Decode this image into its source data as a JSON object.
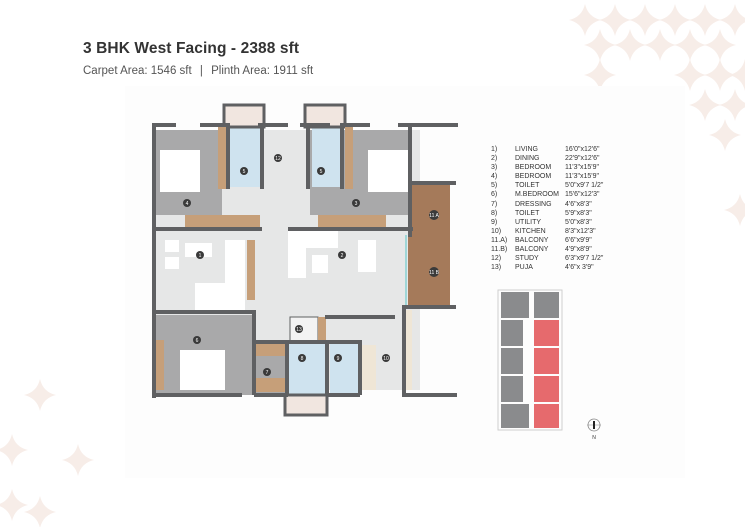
{
  "header": {
    "title": "3 BHK West Facing - 2388 sft",
    "carpet_area": "Carpet Area: 1546 sft",
    "separator": "|",
    "plinth_area": "Plinth Area: 1911 sft"
  },
  "legend": {
    "rows": [
      {
        "num": "1)",
        "room": "LIVING",
        "dim": "16'0\"x12'6\""
      },
      {
        "num": "2)",
        "room": "DINING",
        "dim": "22'9\"x12'6\""
      },
      {
        "num": "3)",
        "room": "BEDROOM",
        "dim": "11'3\"x15'9\""
      },
      {
        "num": "4)",
        "room": "BEDROOM",
        "dim": "11'3\"x15'9\""
      },
      {
        "num": "5)",
        "room": "TOILET",
        "dim": "5'0\"x9'7 1/2\""
      },
      {
        "num": "6)",
        "room": "M.BEDROOM",
        "dim": "15'6\"x12'3\""
      },
      {
        "num": "7)",
        "room": "DRESSING",
        "dim": "4'6\"x8'3\""
      },
      {
        "num": "8)",
        "room": "TOILET",
        "dim": "5'9\"x8'3\""
      },
      {
        "num": "9)",
        "room": "UTILITY",
        "dim": "5'0\"x8'3\""
      },
      {
        "num": "10)",
        "room": "KITCHEN",
        "dim": "8'3\"x12'3\""
      },
      {
        "num": "11.A)",
        "room": "BALCONY",
        "dim": "6'6\"x9'9\""
      },
      {
        "num": "11.B)",
        "room": "BALCONY",
        "dim": "4'9\"x8'9\""
      },
      {
        "num": "12)",
        "room": "STUDY",
        "dim": "6'3\"x9'7 1/2\""
      },
      {
        "num": "13)",
        "room": "PUJA",
        "dim": "4'6\"x 3'9\""
      }
    ]
  },
  "plan_labels": {
    "living": "1",
    "dining": "2",
    "bedroom3": "3",
    "bedroom4": "4",
    "toilet5a": "5",
    "toilet5b": "5",
    "mbedroom": "6",
    "dressing": "7",
    "toilet8": "8",
    "utility": "9",
    "kitchen": "10",
    "balcony_a": "11 A",
    "balcony_b": "11 B",
    "study": "12",
    "puja": "13"
  },
  "compass": {
    "label": "N"
  },
  "colors": {
    "wall": "#5f6062",
    "bedroom_floor": "#a9a9aa",
    "common_floor": "#e3e4e4",
    "toilet_floor": "#cfe3ef",
    "wood": "#c69f79",
    "balcony_wood": "#a57a5a",
    "keyplan_gray": "#8a8b8d",
    "keyplan_highlight": "#e66a6d",
    "deco": "#f7ede8"
  }
}
